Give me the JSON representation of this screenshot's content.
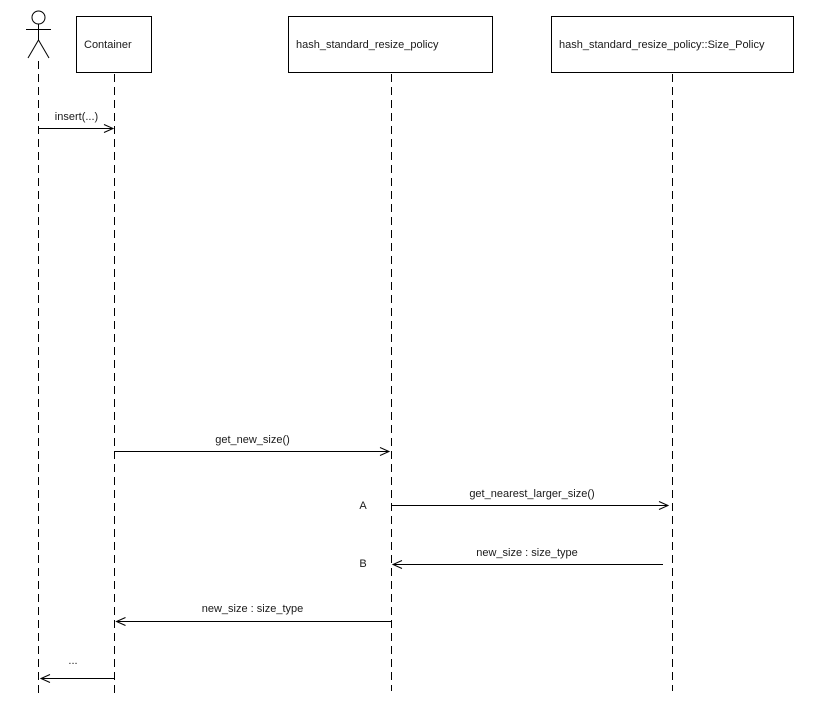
{
  "window": {
    "background_color": "#ffffff"
  },
  "diagram": {
    "type": "uml-sequence",
    "line_color": "#000000",
    "text_color": "#1a1a1a",
    "actor": {
      "icon": "stick-figure-actor",
      "label": ""
    },
    "participants": [
      {
        "label": "Container"
      },
      {
        "label": "hash_standard_resize_policy"
      },
      {
        "label": "hash_standard_resize_policy::Size_Policy"
      }
    ],
    "messages": [
      {
        "label": "insert(...)",
        "marker": "",
        "from": "actor",
        "to": "Container",
        "direction": "right"
      },
      {
        "label": "get_new_size()",
        "marker": "",
        "from": "Container",
        "to": "hash_standard_resize_policy",
        "direction": "right"
      },
      {
        "label": "get_nearest_larger_size()",
        "marker": "A",
        "from": "hash_standard_resize_policy",
        "to": "hash_standard_resize_policy::Size_Policy",
        "direction": "right"
      },
      {
        "label": "new_size : size_type",
        "marker": "B",
        "from": "hash_standard_resize_policy::Size_Policy",
        "to": "hash_standard_resize_policy",
        "direction": "left"
      },
      {
        "label": "new_size : size_type",
        "marker": "",
        "from": "hash_standard_resize_policy",
        "to": "Container",
        "direction": "left"
      },
      {
        "label": "...",
        "marker": "",
        "from": "Container",
        "to": "actor",
        "direction": "left"
      }
    ]
  }
}
